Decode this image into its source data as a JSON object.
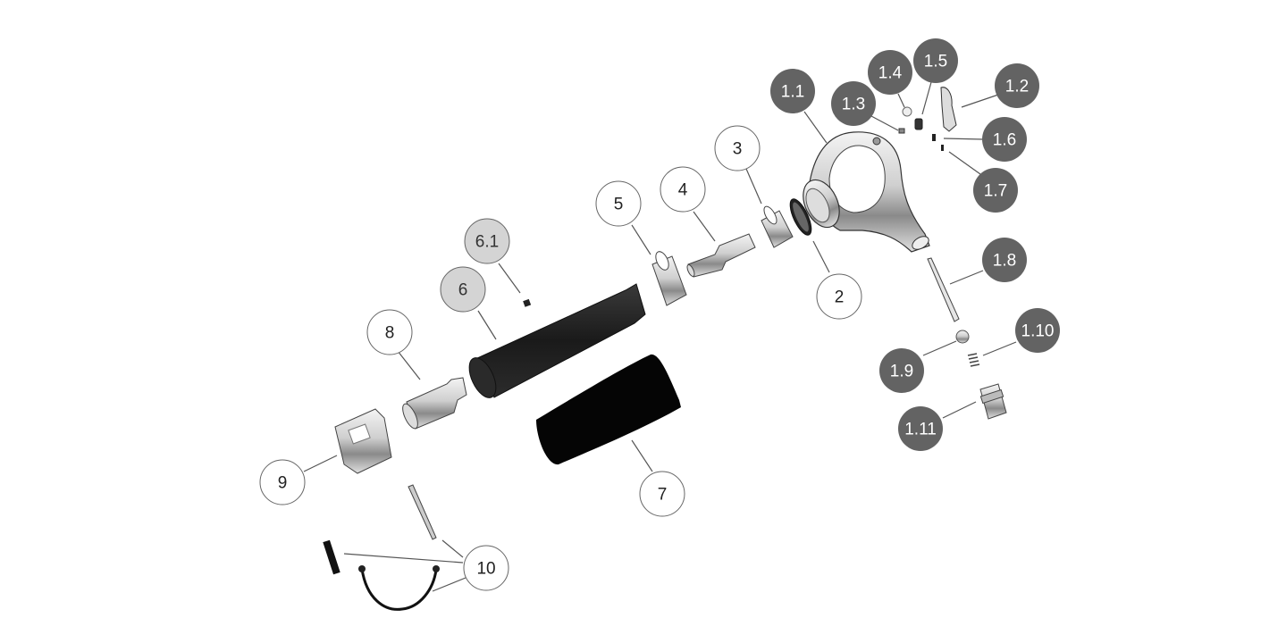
{
  "diagram": {
    "title": "Exploded parts view",
    "callouts": [
      {
        "id": "1.1",
        "label": "1.1",
        "style": "dark"
      },
      {
        "id": "1.2",
        "label": "1.2",
        "style": "dark"
      },
      {
        "id": "1.3",
        "label": "1.3",
        "style": "dark"
      },
      {
        "id": "1.4",
        "label": "1.4",
        "style": "dark"
      },
      {
        "id": "1.5",
        "label": "1.5",
        "style": "dark"
      },
      {
        "id": "1.6",
        "label": "1.6",
        "style": "dark"
      },
      {
        "id": "1.7",
        "label": "1.7",
        "style": "dark"
      },
      {
        "id": "1.8",
        "label": "1.8",
        "style": "dark"
      },
      {
        "id": "1.9",
        "label": "1.9",
        "style": "dark"
      },
      {
        "id": "1.10",
        "label": "1.10",
        "style": "dark"
      },
      {
        "id": "1.11",
        "label": "1.11",
        "style": "dark"
      },
      {
        "id": "2",
        "label": "2",
        "style": "outline"
      },
      {
        "id": "3",
        "label": "3",
        "style": "outline"
      },
      {
        "id": "4",
        "label": "4",
        "style": "outline"
      },
      {
        "id": "5",
        "label": "5",
        "style": "outline"
      },
      {
        "id": "6",
        "label": "6",
        "style": "light"
      },
      {
        "id": "6.1",
        "label": "6.1",
        "style": "light"
      },
      {
        "id": "7",
        "label": "7",
        "style": "outline"
      },
      {
        "id": "8",
        "label": "8",
        "style": "outline"
      },
      {
        "id": "9",
        "label": "9",
        "style": "outline"
      },
      {
        "id": "10",
        "label": "10",
        "style": "outline"
      }
    ],
    "colors": {
      "dark_fill": "#636363",
      "dark_text": "#ffffff",
      "light_fill": "#d4d4d4",
      "light_text": "#333333",
      "outline_fill": "#ffffff",
      "outline_text": "#222222",
      "outline_stroke": "#666666"
    }
  }
}
